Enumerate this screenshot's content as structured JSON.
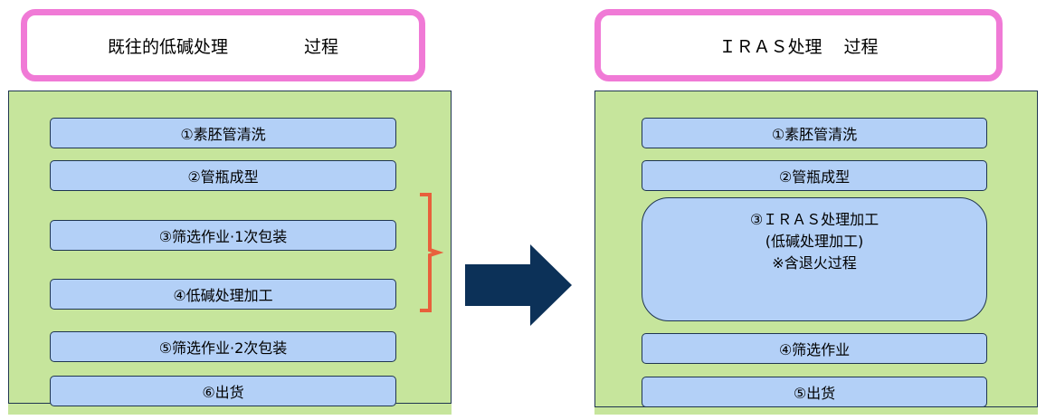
{
  "left": {
    "title": {
      "part1": "既往的低碱处理",
      "part2": "过程"
    },
    "steps": [
      "①素胚管清洗",
      "②管瓶成型",
      "③筛选作业·1次包装",
      "④低碱处理加工",
      "⑤筛选作业·2次包装",
      "⑥出货"
    ]
  },
  "right": {
    "title": {
      "part1": "ＩＲＡＳ处理",
      "part2": "过程"
    },
    "steps": [
      "①素胚管清洗",
      "②管瓶成型",
      "③ＩＲＡＳ处理加工",
      "(低碱处理加工)",
      "※含退火过程",
      "④筛选作业",
      "⑤出货"
    ]
  },
  "colors": {
    "title_border": "#f07ad6",
    "panel_fill": "#c6e59c",
    "step_fill": "#b3d0f7",
    "outline": "#1f3550",
    "arrow": "#0c3158",
    "bracket": "#e8603c"
  },
  "icons": {
    "bracket": "right-curly-bracket-icon",
    "arrow": "right-arrow-icon"
  }
}
